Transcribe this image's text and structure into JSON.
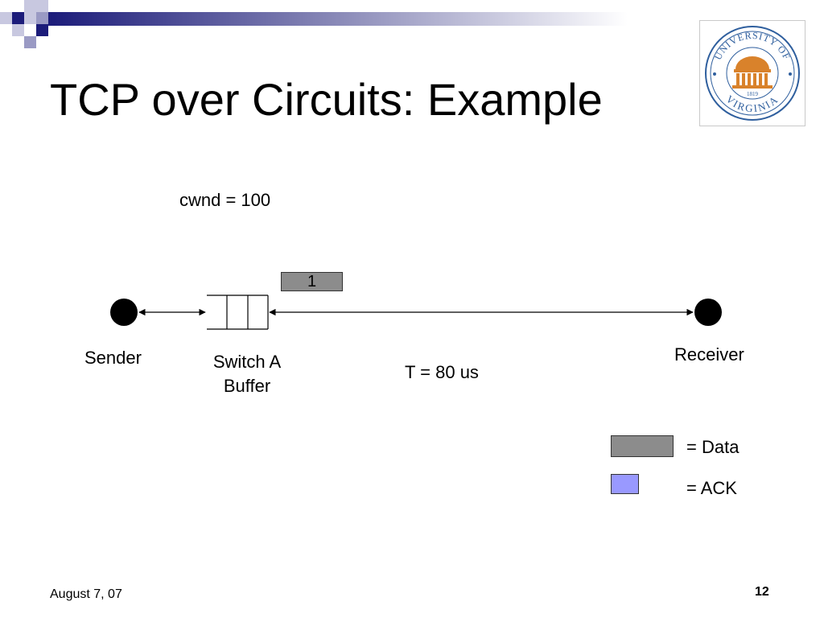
{
  "slide": {
    "title": "TCP over Circuits: Example",
    "cwnd_label": "cwnd = 100",
    "packet_label": "1",
    "sender_label": "Sender",
    "switch_label_line1": "Switch A",
    "switch_label_line2": "Buffer",
    "receiver_label": "Receiver",
    "delay_label": "T = 80 us",
    "legend": {
      "data_label": "= Data",
      "ack_label": "= ACK"
    },
    "footer_date": "August 7, 07",
    "page_number": "12"
  },
  "logo": {
    "text_top": "UNIVERSITY OF",
    "text_bottom": "VIRGINIA",
    "year": "1819"
  },
  "colors": {
    "data": "#8c8c8c",
    "ack": "#9999ff",
    "navy": "#1c1c7a",
    "logo_orange": "#d9822b",
    "logo_blue": "#2f5f9e"
  }
}
